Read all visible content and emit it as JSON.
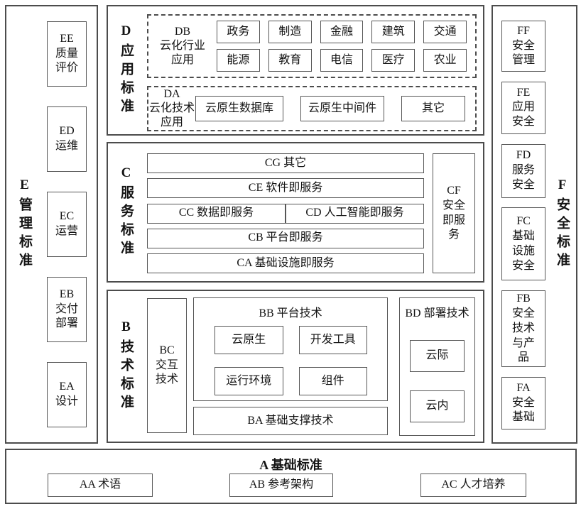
{
  "colors": {
    "line": "#4c4c4c",
    "background": "#ffffff",
    "text": "#141414"
  },
  "e_column": {
    "label": "E管理标准",
    "boxes": [
      "EE\n质量\n评价",
      "ED\n运维",
      "EC\n运营",
      "EB\n交付\n部署",
      "EA\n设计"
    ]
  },
  "d_section": {
    "label": "D应用标准",
    "db": {
      "label": "DB\n云化行业\n应用",
      "row1": [
        "政务",
        "制造",
        "金融",
        "建筑",
        "交通"
      ],
      "row2": [
        "能源",
        "教育",
        "电信",
        "医疗",
        "农业"
      ]
    },
    "da": {
      "label": "DA\n云化技术\n应用",
      "boxes": [
        "云原生数据库",
        "云原生中间件",
        "其它"
      ]
    }
  },
  "c_section": {
    "label": "C服务标准",
    "rows": {
      "cg": "CG 其它",
      "ce": "CE 软件即服务",
      "cc": "CC 数据即服务",
      "cd": "CD 人工智能即服务",
      "cb": "CB 平台即服务",
      "ca": "CA 基础设施即服务"
    },
    "cf": "CF\n安全\n即服\n务"
  },
  "b_section": {
    "label": "B技术标准",
    "bc": "BC\n交互\n技术",
    "bb": {
      "title": "BB 平台技术",
      "boxes": [
        "云原生",
        "开发工具",
        "运行环境",
        "组件"
      ]
    },
    "ba": "BA 基础支撑技术",
    "bd": {
      "title": "BD 部署技术",
      "boxes": [
        "云际",
        "云内"
      ]
    }
  },
  "f_column": {
    "label": "F安全标准",
    "boxes": [
      "FF\n安全\n管理",
      "FE\n应用\n安全",
      "FD\n服务\n安全",
      "FC\n基础\n设施\n安全",
      "FB\n安全\n技术\n与产\n品",
      "FA\n安全\n基础"
    ]
  },
  "a_section": {
    "title": "A 基础标准",
    "boxes": [
      "AA 术语",
      "AB 参考架构",
      "AC 人才培养"
    ]
  }
}
